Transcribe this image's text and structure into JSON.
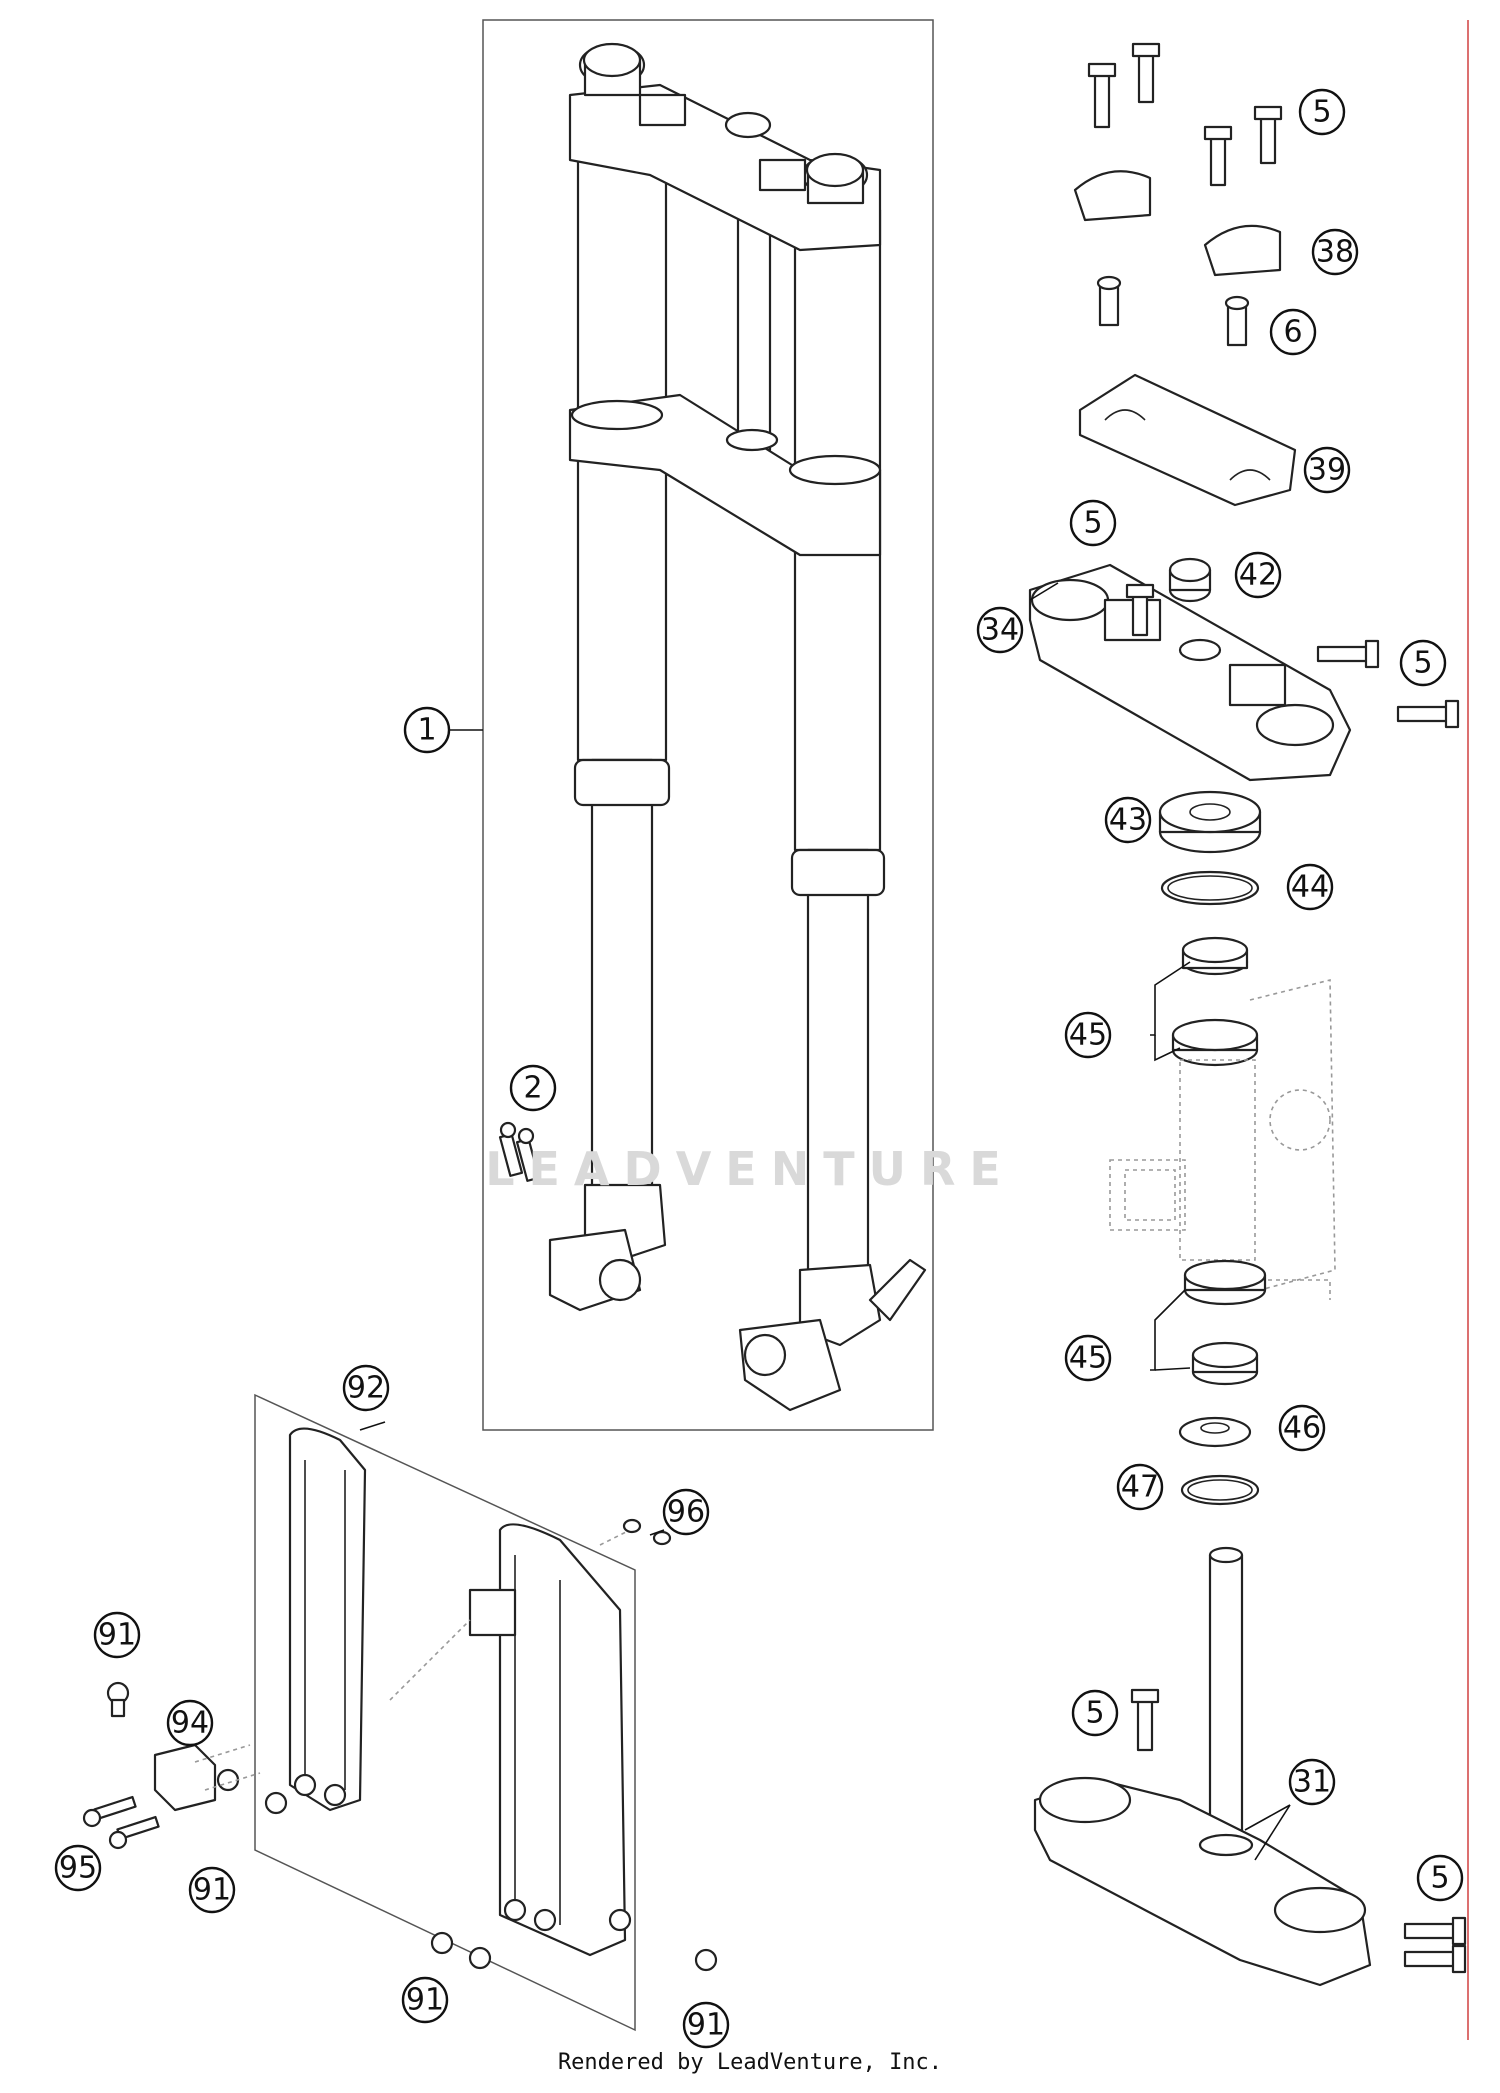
{
  "credit": "Rendered by LeadVenture, Inc.",
  "watermark": "LEADVENTURE",
  "callouts": {
    "c1": "1",
    "c2": "2",
    "c5a": "5",
    "c38": "38",
    "c6": "6",
    "c39": "39",
    "c5b": "5",
    "c42": "42",
    "c34": "34",
    "c5c": "5",
    "c43": "43",
    "c44": "44",
    "c45a": "45",
    "c45b": "45",
    "c46": "46",
    "c47": "47",
    "c5d": "5",
    "c31": "31",
    "c5e": "5",
    "c92": "92",
    "c96": "96",
    "c91a": "91",
    "c94": "94",
    "c95": "95",
    "c91b": "91",
    "c91c": "91",
    "c91d": "91"
  }
}
